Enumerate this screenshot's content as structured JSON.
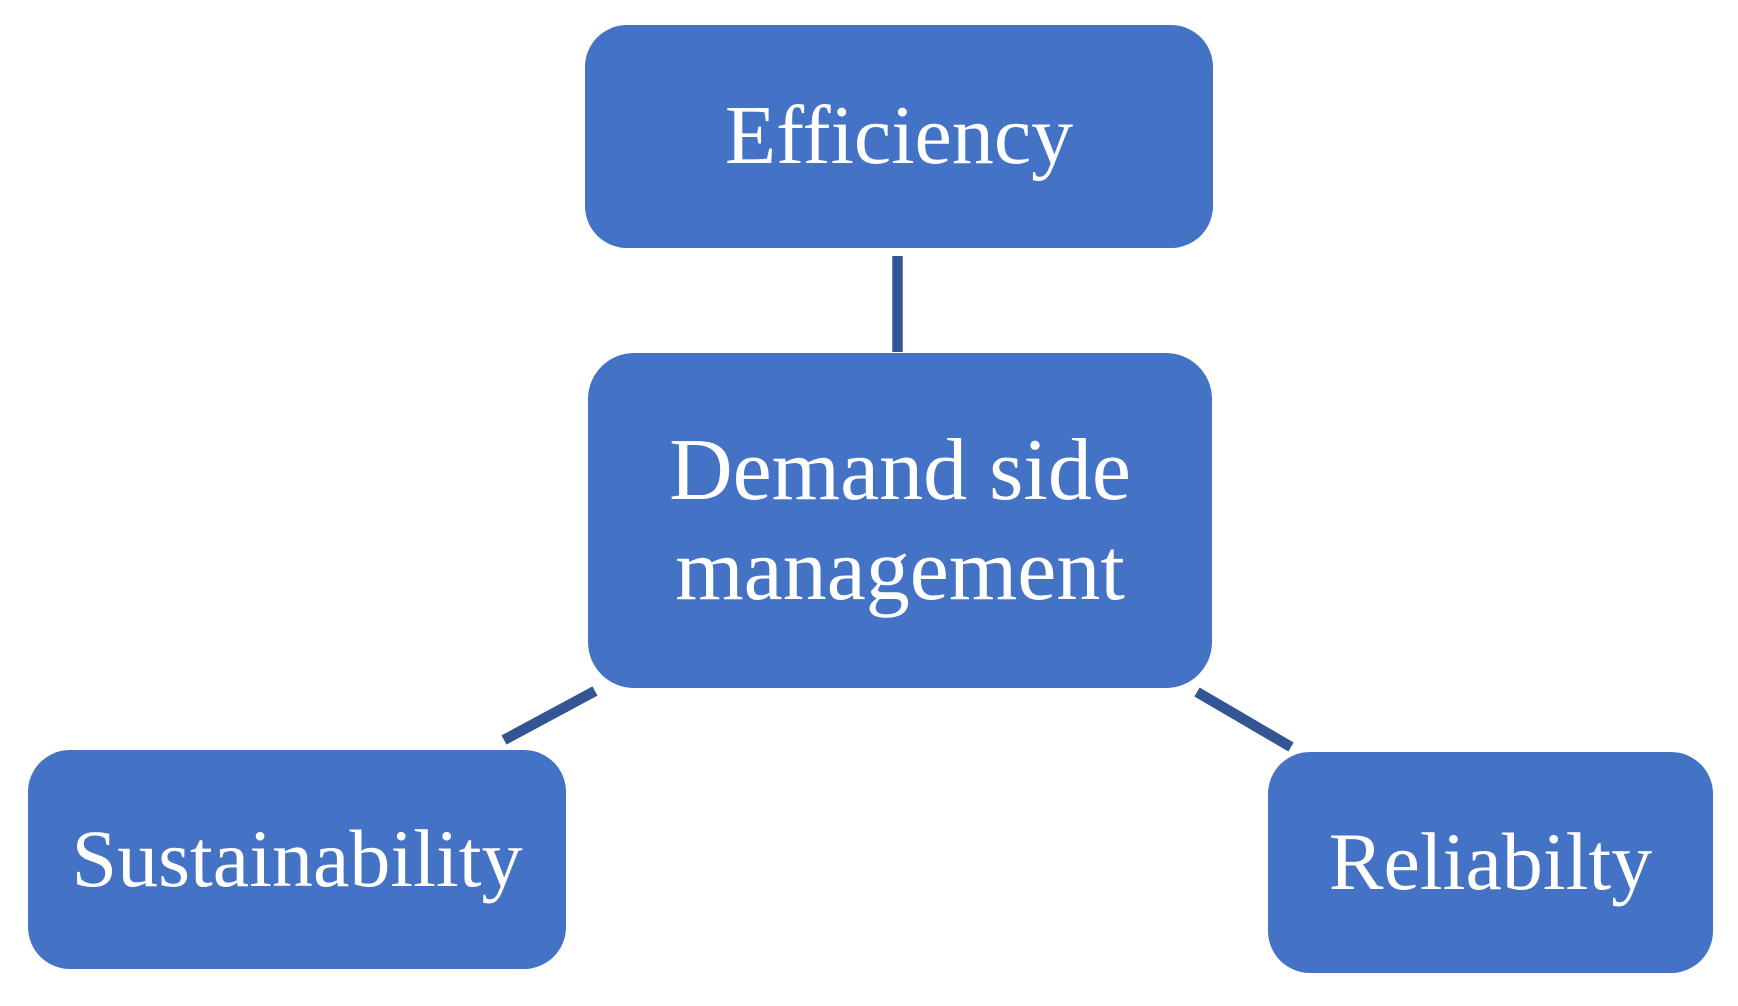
{
  "diagram": {
    "type": "relationship-diagram",
    "colors": {
      "node_fill": "#4472C4",
      "text_color": "#ffffff",
      "connector_color": "#335593",
      "canvas_bg": "#ffffff"
    },
    "nodes": {
      "efficiency": {
        "label": "Efficiency"
      },
      "center": {
        "label": "Demand side management"
      },
      "sustainability": {
        "label": "Sustainability"
      },
      "reliability": {
        "label": "Reliabilty"
      }
    },
    "connections": [
      {
        "from": "efficiency",
        "to": "center"
      },
      {
        "from": "center",
        "to": "sustainability"
      },
      {
        "from": "center",
        "to": "reliability"
      }
    ]
  }
}
